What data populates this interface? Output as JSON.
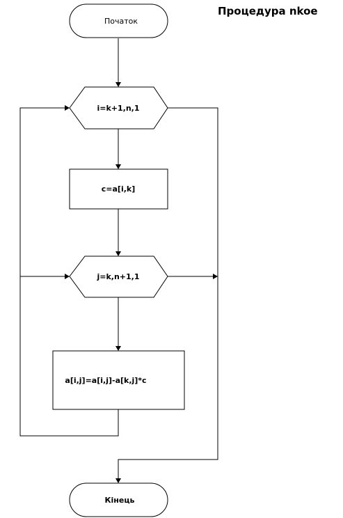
{
  "title": "Процедура nkoe",
  "nodes": {
    "start": "Початок",
    "loop_i": "i=k+1,n,1",
    "assign_c": "c=a[i,k]",
    "loop_j": "j=k,n+1,1",
    "update": "a[i,j]=a[i,j]-a[k,j]*c",
    "end": "Кінець"
  }
}
